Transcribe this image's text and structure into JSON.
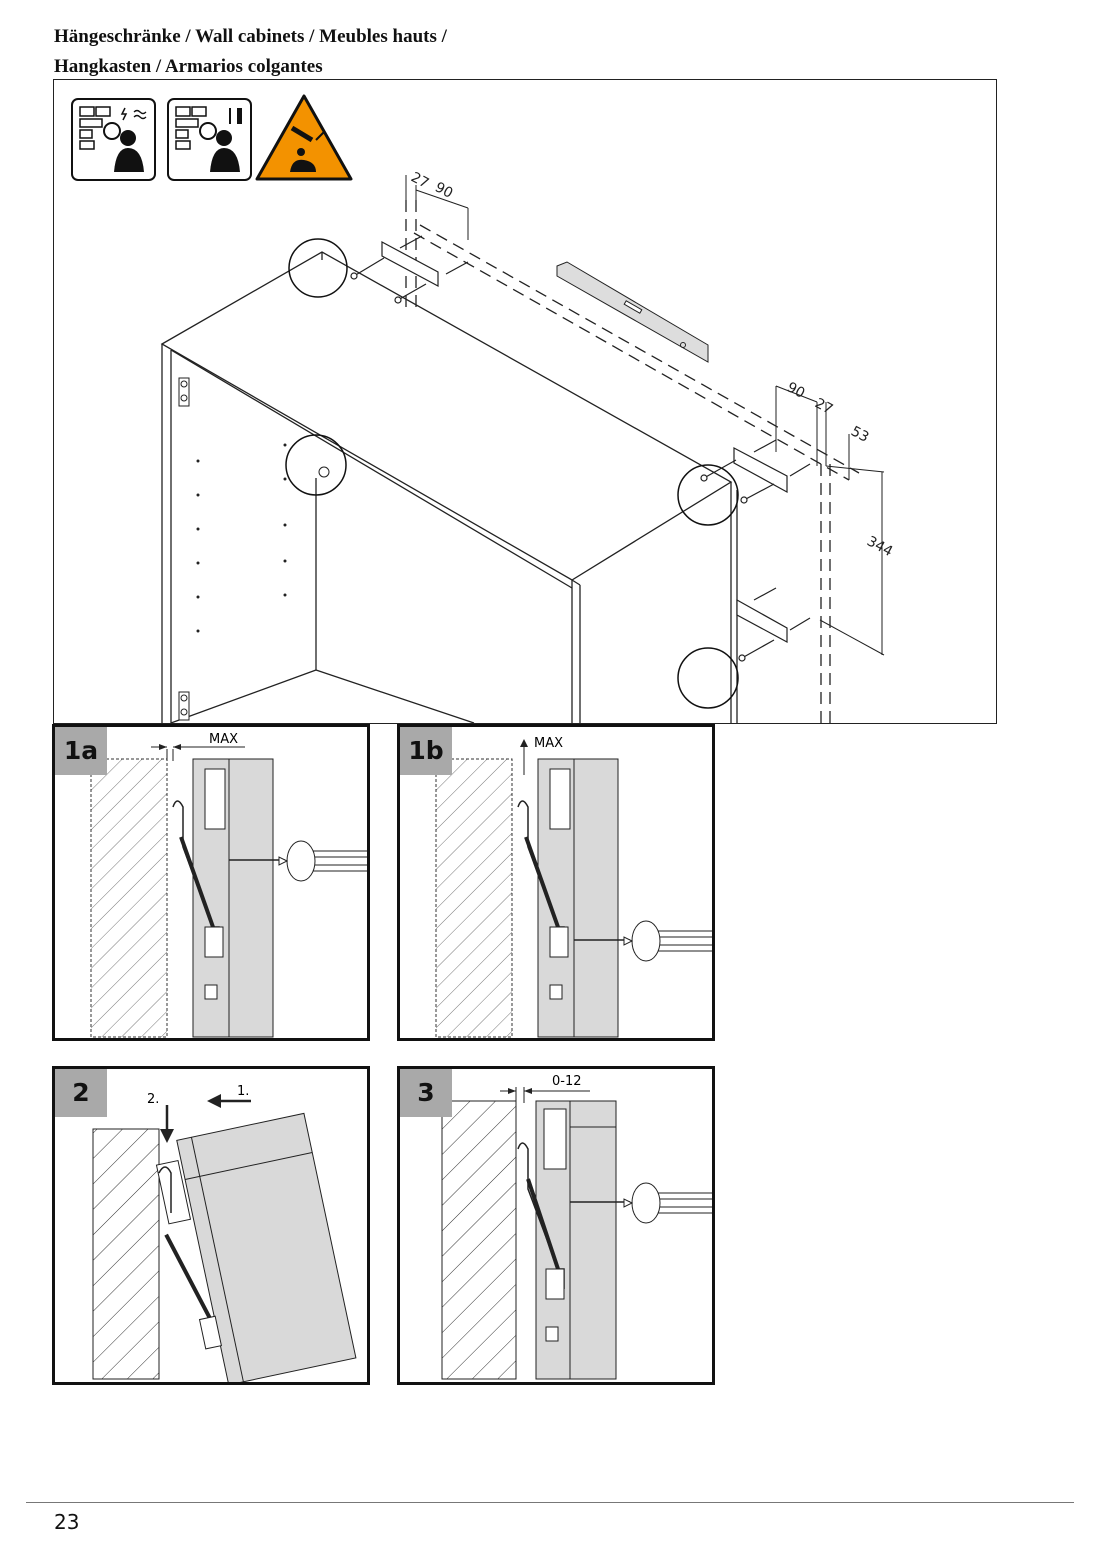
{
  "header": {
    "line1": "Hängeschränke / Wall cabinets / Meubles hauts /",
    "line2": "Hangkasten / Armarios colgantes"
  },
  "icons": [
    "check-wall-utilities-icon",
    "check-wall-fixings-icon",
    "falling-cabinet-warning-icon"
  ],
  "main_diagram": {
    "dimensions": {
      "d27_left": "27",
      "d90_left": "90",
      "d90_right": "90",
      "d27_right": "27",
      "d53": "53",
      "d344": "344"
    }
  },
  "steps": [
    {
      "id": "1a",
      "label": "1a",
      "annotation": "MAX"
    },
    {
      "id": "1b",
      "label": "1b",
      "annotation": "MAX"
    },
    {
      "id": "2",
      "label": "2",
      "arrow_down": "2.",
      "arrow_left": "1."
    },
    {
      "id": "3",
      "label": "3",
      "annotation": "0-12"
    }
  ],
  "colors": {
    "warning": "#f39200",
    "panel_gray": "#d9d9d9",
    "badge_gray": "#a9a9a9"
  },
  "footer": {
    "page_number": "23"
  }
}
